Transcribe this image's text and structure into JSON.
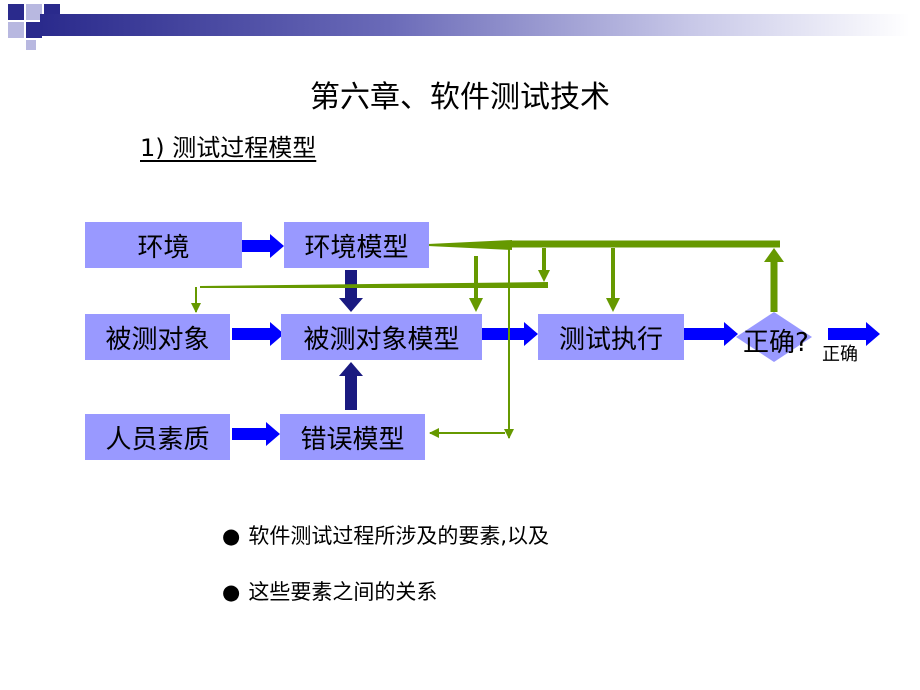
{
  "title": "第六章、软件测试技术",
  "subtitle": "1) 测试过程模型",
  "nodes": {
    "env": "环境",
    "env_model": "环境模型",
    "obj": "被测对象",
    "obj_model": "被测对象模型",
    "exec": "测试执行",
    "correct": "正确?",
    "correct_out": "正确",
    "staff": "人员素质",
    "err_model": "错误模型"
  },
  "bullets": [
    "软件测试过程所涉及的要素,以及",
    "这些要素之间的关系"
  ],
  "bullet_symbol": "●",
  "colors": {
    "box": "#9999ff",
    "blue_arrow": "#0000ff",
    "navy_arrow": "#1a1a80",
    "green_line": "#669900",
    "header_bar": "#2a2a8c"
  }
}
